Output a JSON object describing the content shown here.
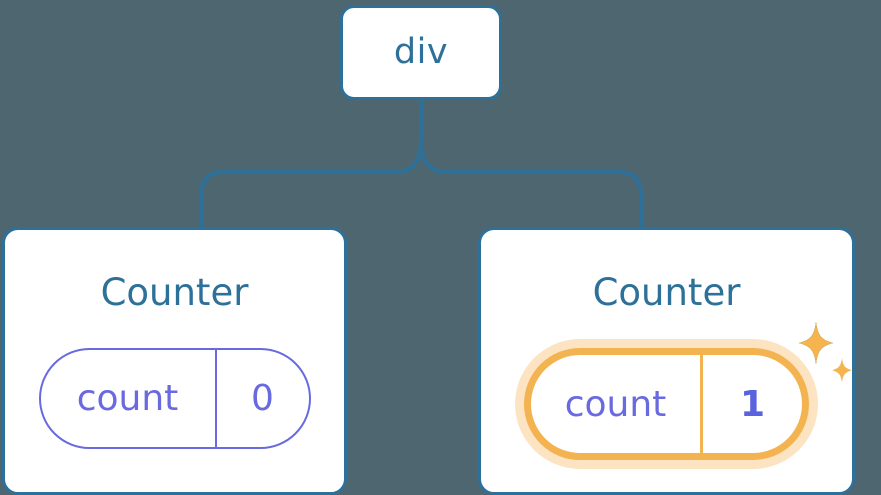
{
  "diagram": {
    "background_color": "#4d6670",
    "node_border_color": "#2d7099",
    "node_text_color": "#2d7099",
    "state_color": "#6a6ae0",
    "highlight_color": "#f4b351",
    "highlight_glow_color": "#f7be6e",
    "root": {
      "label": "div"
    },
    "children": [
      {
        "title": "Counter",
        "state": {
          "key": "count",
          "value": "0"
        },
        "highlighted": false
      },
      {
        "title": "Counter",
        "state": {
          "key": "count",
          "value": "1"
        },
        "highlighted": true,
        "sparkle_icons": [
          "sparkle-large",
          "sparkle-small"
        ]
      }
    ]
  }
}
